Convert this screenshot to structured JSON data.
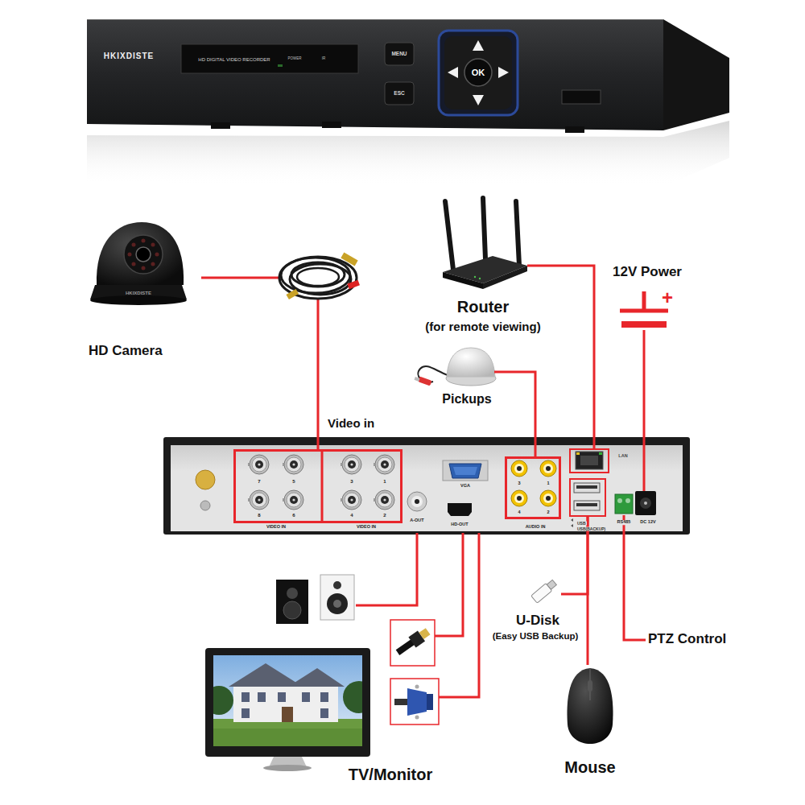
{
  "diagram": {
    "nodes": [
      {
        "text": [
          "HD Camera"
        ]
      },
      {
        "text": [
          "Router",
          "(for remote viewing)"
        ]
      },
      {
        "text": [
          "12V Power"
        ]
      },
      {
        "text": [
          "Pickups"
        ]
      },
      {
        "text": [
          "Video in"
        ]
      },
      {
        "text": [
          "AUDIO IN"
        ]
      },
      {
        "text": [
          "LAN"
        ]
      },
      {
        "text": [
          "USB",
          "USB(BACKUP)"
        ]
      },
      {
        "text": [
          "RS485"
        ]
      },
      {
        "text": [
          "DC 12V"
        ]
      },
      {
        "text": [
          "U-Disk",
          "(Easy USB Backup)"
        ]
      },
      {
        "text": [
          "PTZ Control"
        ]
      },
      {
        "text": [
          "Mouse"
        ]
      }
    ],
    "edges": [
      {
        "from": 0,
        "to": 4,
        "arrow": "none"
      },
      {
        "from": 1,
        "to": 6,
        "arrow": "none"
      },
      {
        "from": 3,
        "to": 5,
        "arrow": "none"
      },
      {
        "from": 2,
        "to": 9,
        "arrow": "none"
      },
      {
        "from": 7,
        "to": 10,
        "arrow": "none"
      },
      {
        "from": 7,
        "to": 12,
        "arrow": "none"
      },
      {
        "from": 8,
        "to": 11,
        "arrow": "none"
      }
    ],
    "labels": [
      "HKIXDISTE",
      "HD DIGITAL VIDEO RECORDER",
      "POWER",
      "IR",
      "MENU",
      "ESC",
      "OK",
      "HKIXDISTE",
      "+",
      "7",
      "5",
      "8",
      "6",
      "3",
      "1",
      "4",
      "2",
      "VIDEO IN",
      "VIDEO IN",
      "A-OUT",
      "VGA",
      "HD-OUT",
      "3",
      "1",
      "4",
      "2",
      "TV/Monitor"
    ]
  }
}
